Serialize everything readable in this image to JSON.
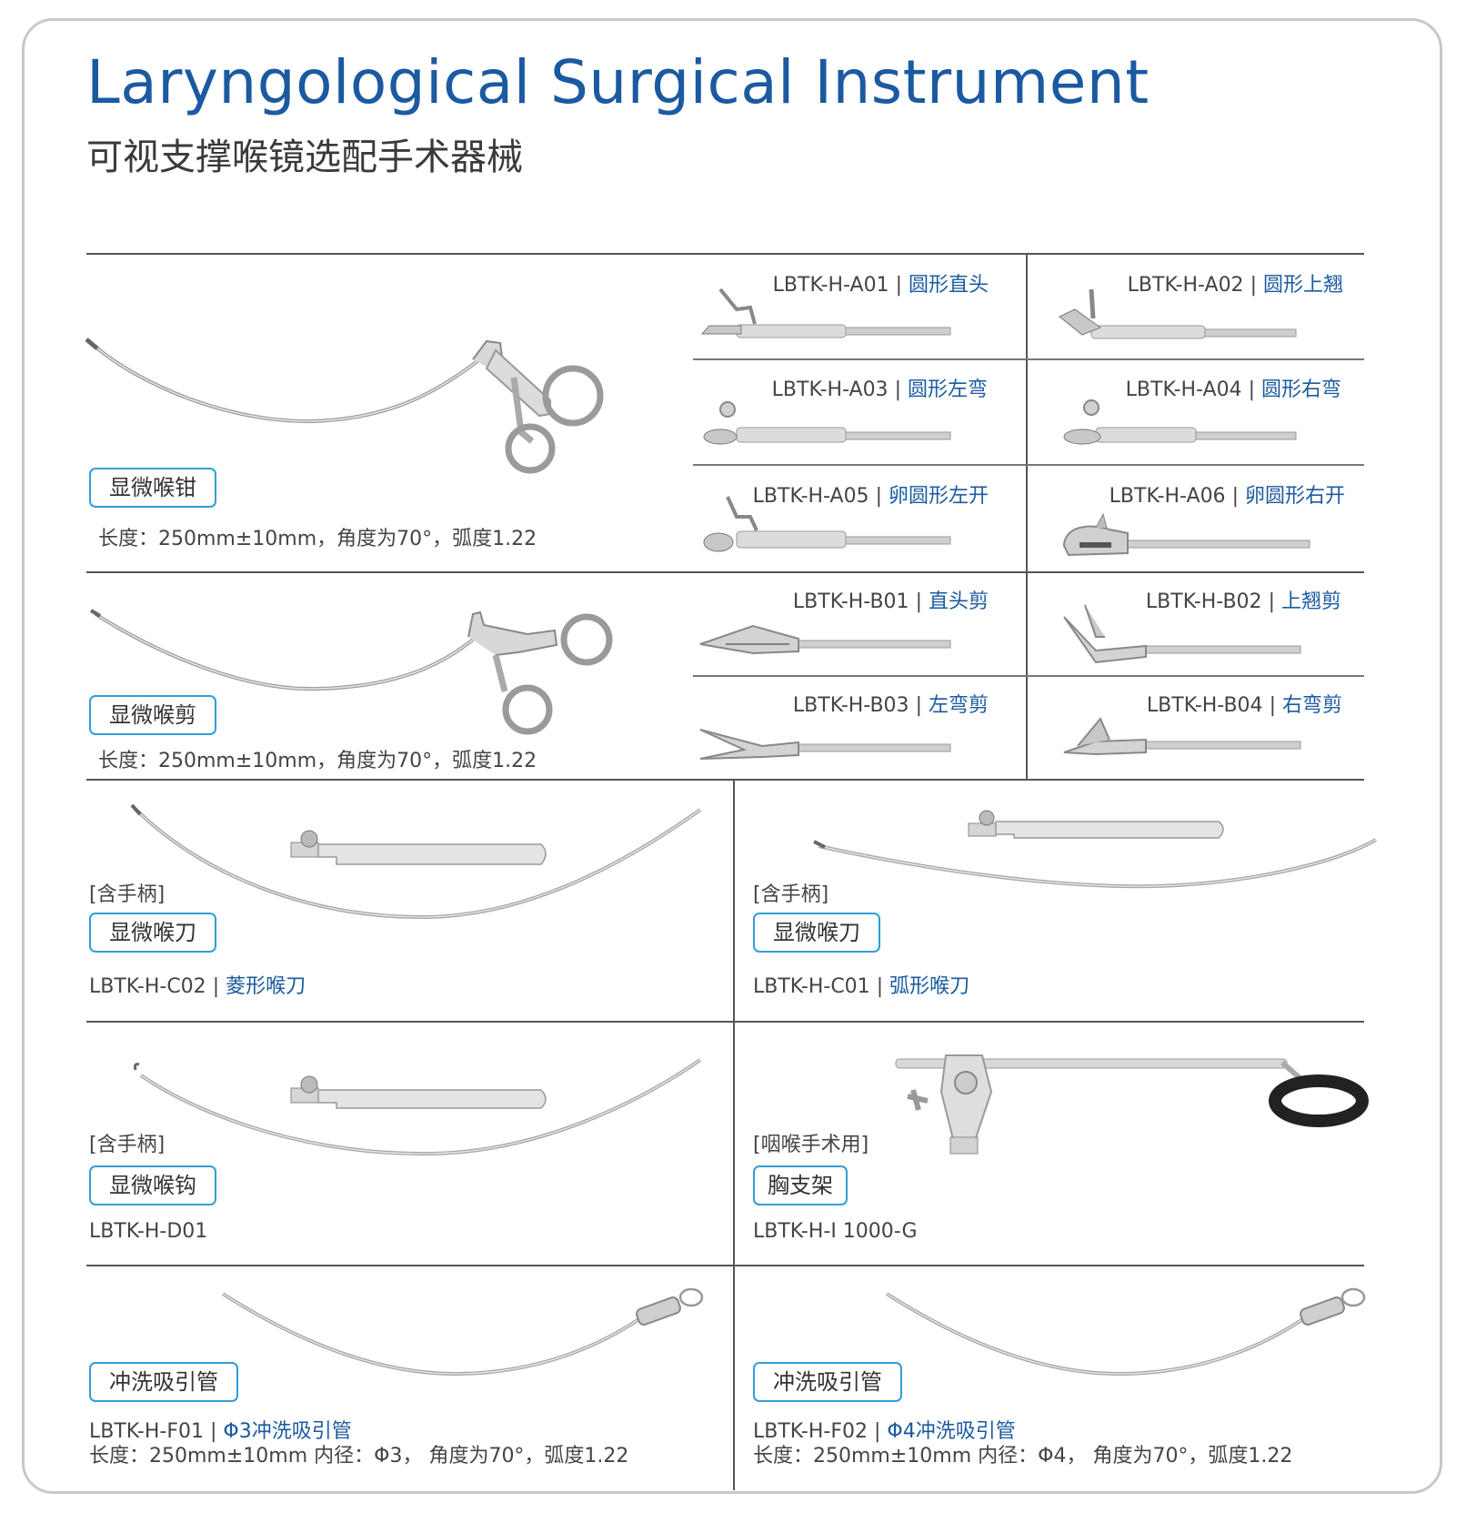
{
  "header": {
    "title_en": "Laryngological Surgical Instrument",
    "title_cn": "可视支撑喉镜选配手术器械"
  },
  "section_forceps": {
    "name": "显微喉钳",
    "spec": "长度：250mm±10mm，角度为70°，弧度1.22",
    "variants": [
      {
        "code": "LBTK-H-A01",
        "desc": "圆形直头"
      },
      {
        "code": "LBTK-H-A02",
        "desc": "圆形上翘"
      },
      {
        "code": "LBTK-H-A03",
        "desc": "圆形左弯"
      },
      {
        "code": "LBTK-H-A04",
        "desc": "圆形右弯"
      },
      {
        "code": "LBTK-H-A05",
        "desc": "卵圆形左开"
      },
      {
        "code": "LBTK-H-A06",
        "desc": "卵圆形右开"
      }
    ]
  },
  "section_scissors": {
    "name": "显微喉剪",
    "spec": "长度：250mm±10mm，角度为70°，弧度1.22",
    "variants": [
      {
        "code": "LBTK-H-B01",
        "desc": "直头剪"
      },
      {
        "code": "LBTK-H-B02",
        "desc": "上翘剪"
      },
      {
        "code": "LBTK-H-B03",
        "desc": "左弯剪"
      },
      {
        "code": "LBTK-H-B04",
        "desc": "右弯剪"
      }
    ]
  },
  "knife_left": {
    "note": "[含手柄]",
    "name": "显微喉刀",
    "code": "LBTK-H-C02",
    "desc": "菱形喉刀"
  },
  "knife_right": {
    "note": "[含手柄]",
    "name": "显微喉刀",
    "code": "LBTK-H-C01",
    "desc": "弧形喉刀"
  },
  "hook": {
    "note": "[含手柄]",
    "name": "显微喉钩",
    "code": "LBTK-H-D01"
  },
  "chest_holder": {
    "note": "[咽喉手术用]",
    "name": "胸支架",
    "code": "LBTK-H-I 1000-G"
  },
  "suction_left": {
    "name": "冲洗吸引管",
    "code": "LBTK-H-F01",
    "desc": "Φ3冲洗吸引管",
    "spec": "长度：250mm±10mm 内径：Φ3， 角度为70°，弧度1.22"
  },
  "suction_right": {
    "name": "冲洗吸引管",
    "code": "LBTK-H-F02",
    "desc": "Φ4冲洗吸引管",
    "spec": "长度：250mm±10mm 内径：Φ4， 角度为70°，弧度1.22"
  },
  "separator": "|",
  "colors": {
    "title_blue": "#1b5aa0",
    "pill_border": "#2f9fd6",
    "frame": "#c8c8c8"
  }
}
